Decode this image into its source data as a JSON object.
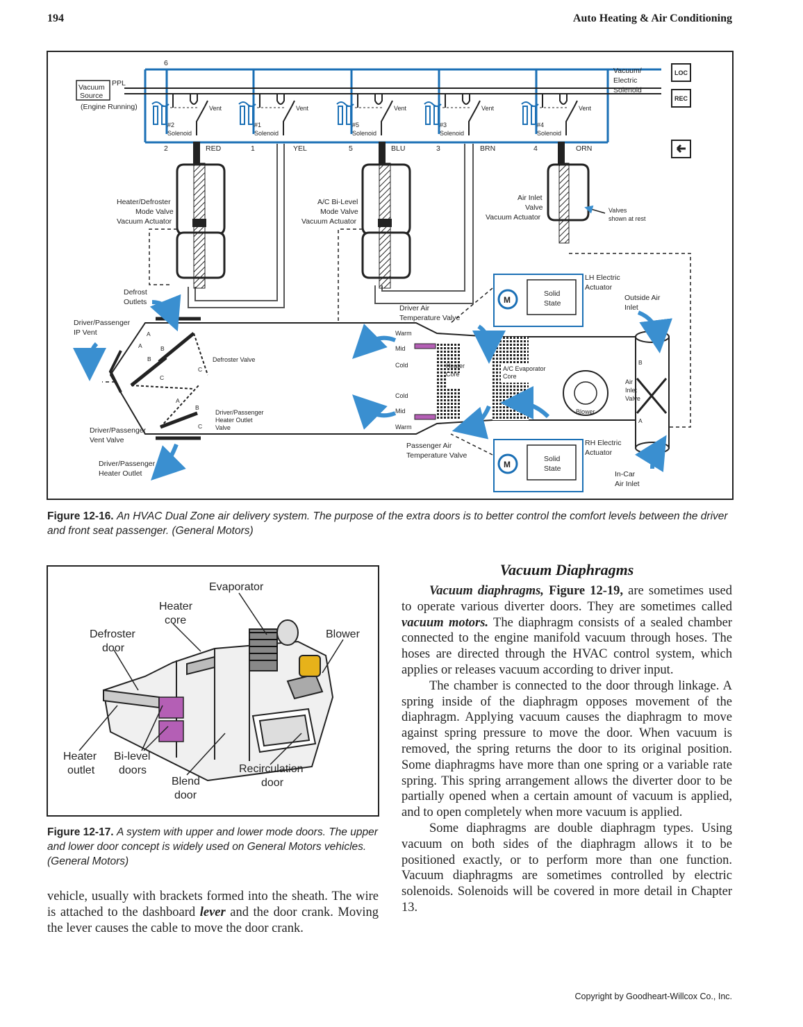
{
  "header": {
    "page_number": "194",
    "book_title": "Auto Heating & Air Conditioning"
  },
  "figure_16": {
    "caption_label": "Figure 12-16.",
    "caption_text": "An HVAC Dual Zone air delivery system. The purpose of the extra doors is to better control the comfort levels between the driver and front seat passenger. (General Motors)",
    "labels": {
      "vacuum_source": "Vacuum Source",
      "engine_running": "(Engine Running)",
      "ppl": "PPL",
      "top_number": "6",
      "vacuum_electric_solenoid": "Vacuum/ Electric Solenoid",
      "solenoids": [
        "#2 Solenoid",
        "#1 Solenoid",
        "#5 Solenoid",
        "#3 Solenoid",
        "#4 Solenoid"
      ],
      "vent": "Vent",
      "wire_numbers": [
        "2",
        "1",
        "5",
        "3",
        "4"
      ],
      "wire_colors": [
        "RED",
        "YEL",
        "BLU",
        "BRN",
        "ORN"
      ],
      "heater_defroster_actuator": "Heater/Defroster Mode Valve Vacuum Actuator",
      "ac_bilevel_actuator": "A/C Bi-Level Mode Valve Vacuum Actuator",
      "air_inlet_actuator": "Air Inlet Valve Vacuum Actuator",
      "valves_shown_at_rest": "Valves shown at rest",
      "lh_electric_actuator": "LH Electric Actuator",
      "rh_electric_actuator": "RH Electric Actuator",
      "solid_state": "Solid State",
      "outside_air_inlet": "Outside Air Inlet",
      "in_car_air_inlet": "In-Car Air Inlet",
      "defrost_outlets": "Defrost Outlets",
      "driver_passenger_ip_vent": "Driver/Passenger IP Vent",
      "defroster_valve": "Defroster Valve",
      "driver_passenger_vent_valve": "Driver/Passenger Vent Valve",
      "driver_passenger_heater_outlet_valve": "Driver/Passenger Heater Outlet Valve",
      "driver_passenger_heater_outlet": "Driver/Passenger Heater Outlet",
      "driver_air_temp_valve": "Driver Air Temperature Valve",
      "passenger_air_temp_valve": "Passenger Air Temperature Valve",
      "warm": "Warm",
      "mid": "Mid",
      "cold": "Cold",
      "heater_core": "Heater Core",
      "ac_evaporator_core": "A/C Evaporator Core",
      "blower": "Blower",
      "air_inlet_valve": "Air Inlet Valve",
      "a": "A",
      "b": "B",
      "c": "C"
    }
  },
  "figure_17": {
    "caption_label": "Figure 12-17.",
    "caption_text": "A system with upper and lower mode doors. The upper and lower door concept is widely used on General Motors vehicles. (General Motors)",
    "labels": {
      "evaporator": "Evaporator",
      "heater_core": "Heater core",
      "defroster_door": "Defroster door",
      "blower": "Blower",
      "heater_outlet": "Heater outlet",
      "bilevel_doors": "Bi-level doors",
      "blend_door": "Blend door",
      "recirculation_door": "Recirculation door"
    }
  },
  "left_column": {
    "text": "vehicle, usually with brackets formed into the sheath. The wire is attached to the dashboard lever and the door crank. Moving the lever causes the cable to move the door crank.",
    "part1": "vehicle, usually with brackets formed into the sheath. The wire is attached to the dashboard ",
    "term": "lever",
    "part2": " and the door crank. Moving the lever causes the cable to move the door crank."
  },
  "section": {
    "title": "Vacuum Diaphragms",
    "p1_term1": "Vacuum diaphragms,",
    "p1_fig": "Figure 12-19,",
    "p1_a": " are sometimes used to operate various diverter doors. They are sometimes called ",
    "p1_term2": "vacuum motors.",
    "p1_b": " The diaphragm consists of a sealed chamber connected to the engine manifold vacuum through hoses. The hoses are directed through the HVAC control system, which applies or releases vacuum according to driver input.",
    "p2": "The chamber is connected to the door through linkage. A spring inside of the diaphragm opposes movement of the diaphragm. Applying vacuum causes the diaphragm to move against spring pressure to move the door. When vacuum is removed, the spring returns the door to its original position. Some diaphragms have more than one spring or a variable rate spring. This spring arrangement allows the diverter door to be partially opened when a certain amount of vacuum is applied, and to open completely when more vacuum is applied.",
    "p3": "Some diaphragms are double diaphragm types. Using vacuum on both sides of the diaphragm allows it to be positioned exactly, or to perform more than one function. Vacuum diaphragms are sometimes controlled by electric solenoids. Solenoids will be covered in more detail in Chapter 13."
  },
  "footer": {
    "copyright": "Copyright by Goodheart-Willcox Co., Inc."
  },
  "colors": {
    "wire_blue": "#1a6fb5",
    "arrow_blue": "#3a8fd0",
    "door_purple": "#b45fb5",
    "blower_yellow": "#e7b21a"
  }
}
